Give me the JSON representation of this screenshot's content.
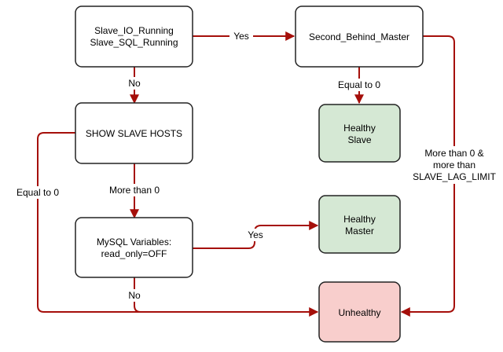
{
  "colors": {
    "edge": "#a50f0a",
    "node_stroke": "#222222",
    "node_fill_default": "#ffffff",
    "node_fill_healthy": "#d5e8d4",
    "node_fill_unhealthy": "#f8cecc"
  },
  "nodes": {
    "slave_status": {
      "line1": "Slave_IO_Running",
      "line2": "Slave_SQL_Running"
    },
    "second_behind_master": {
      "line1": "Second_Behind_Master"
    },
    "show_slave_hosts": {
      "line1": "SHOW SLAVE HOSTS"
    },
    "healthy_slave": {
      "line1": "Healthy",
      "line2": "Slave"
    },
    "mysql_variables": {
      "line1": "MySQL Variables:",
      "line2": "read_only=OFF"
    },
    "healthy_master": {
      "line1": "Healthy",
      "line2": "Master"
    },
    "unhealthy": {
      "line1": "Unhealthy"
    }
  },
  "edges": {
    "status_yes": "Yes",
    "status_no": "No",
    "lag_equal_to_0": "Equal to 0",
    "lag_more_than_limit_line1": "More than 0 &",
    "lag_more_than_limit_line2": "more than",
    "lag_more_than_limit_line3": "SLAVE_LAG_LIMIT",
    "hosts_equal_to_0": "Equal to 0",
    "hosts_more_than_0": "More than 0",
    "readonly_yes": "Yes",
    "readonly_no": "No"
  }
}
